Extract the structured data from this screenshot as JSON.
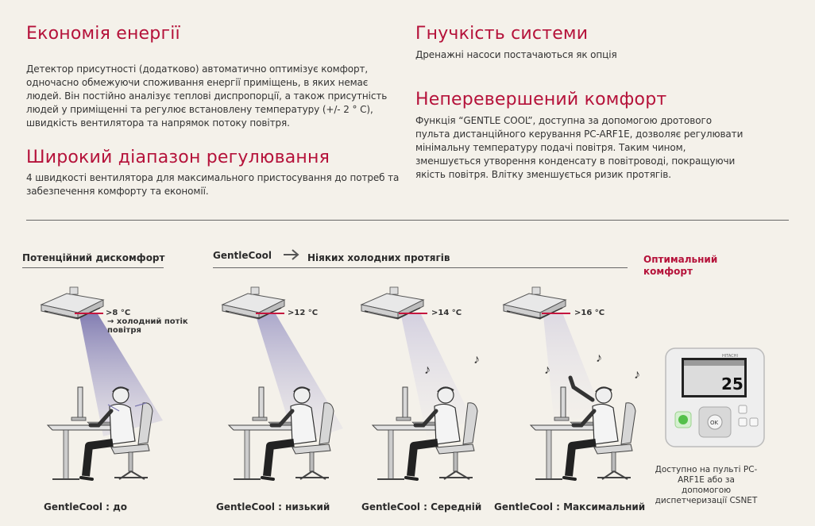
{
  "sections": {
    "energy": {
      "title": "Економія енергії",
      "text": "Детектор присутності (додатково) автоматично оптимізує комфорт, одночасно обмежуючи споживання енергії приміщень, в яких немає людей. Він постійно аналізує теплові диспропорції, а також присутність людей у приміщенні та регулює встановлену температуру (+/- 2 ° C), швидкість вентилятора та напрямок потоку повітря."
    },
    "range": {
      "title": "Широкий діапазон регулювання",
      "text": "4 швидкості вентилятора для максимального пристосування до потреб та забезпечення комфорту та економії."
    },
    "flex": {
      "title": "Гнучкість системи",
      "text": "Дренажні насоси постачаються як опція"
    },
    "comfort": {
      "title": "Неперевершений комфорт",
      "text": "Функція “GENTLE COOL”, доступна за допомогою дротового пульта дистанційного керування PC-ARF1E, дозволяє регулювати мінімальну температуру подачі повітря. Таким чином, зменшується утворення конденсату в повітроводі, покращуючи якість повітря. Влітку зменшується ризик протягів."
    }
  },
  "diagram": {
    "label_discomfort": "Потенційний дискомфорт",
    "label_gentle": "GentleCool",
    "label_no_drafts": "Ніяких холодних протягів",
    "label_optimal": "Оптимальний комфорт",
    "temps": [
      ">8 °C",
      ">12 °C",
      ">14 °C",
      ">16 °C"
    ],
    "cold_flow_label": "холодний потік повітря",
    "captions": [
      "GentleCool : до",
      "GentleCool : низький",
      "GentleCool : Середній",
      "GentleCool : Максимальний"
    ],
    "remote_caption": "Доступно на пульті PC-ARF1E або за допомогою диспетчеризації CSNET",
    "remote_brand": "HITACHI",
    "remote_display_value": "25",
    "remote_ok": "OK",
    "music_note": "♪"
  },
  "colors": {
    "accent": "#b5123a",
    "background": "#f4f1ea",
    "airflow_strong": "#8a86b8",
    "airflow_soft": "#d4d0e6"
  },
  "icons": [
    "cassette-unit-icon",
    "person-at-desk-icon",
    "music-note-icon",
    "remote-controller-icon",
    "arrow-right-icon"
  ]
}
